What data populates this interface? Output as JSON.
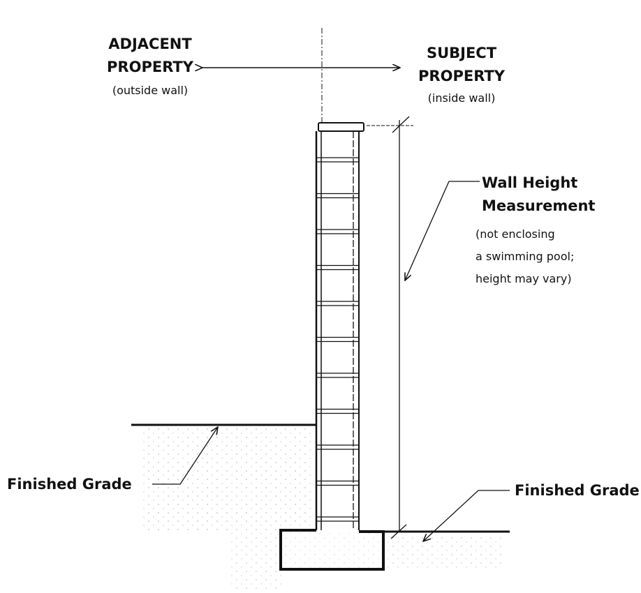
{
  "adjacent": {
    "line1": "ADJACENT",
    "line2": "PROPERTY",
    "note": "(outside wall)"
  },
  "subject": {
    "line1": "SUBJECT",
    "line2": "PROPERTY",
    "note": "(inside wall)"
  },
  "measurement": {
    "line1": "Wall Height",
    "line2": "Measurement",
    "notes": [
      "(not enclosing",
      "a swimming pool;",
      "height may vary)"
    ]
  },
  "grade_left": "Finished Grade",
  "grade_right": "Finished Grade",
  "colors": {
    "ink": "#111111",
    "background": "#ffffff"
  }
}
